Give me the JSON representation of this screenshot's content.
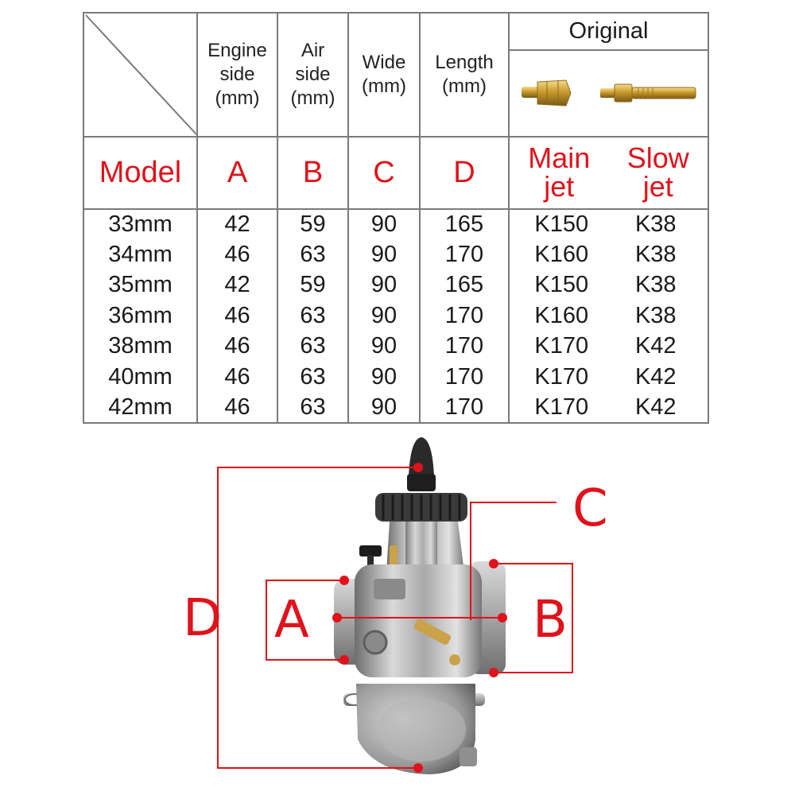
{
  "table": {
    "headers": {
      "engine_side": [
        "Engine",
        "side",
        "(mm)"
      ],
      "air_side": [
        "Air",
        "side",
        "(mm)"
      ],
      "wide": [
        "Wide",
        "(mm)"
      ],
      "length": [
        "Length",
        "(mm)"
      ],
      "original": "Original"
    },
    "codes": {
      "model": "Model",
      "a": "A",
      "b": "B",
      "c": "C",
      "d": "D",
      "main_jet": [
        "Main",
        "jet"
      ],
      "slow_jet": [
        "Slow",
        "jet"
      ]
    },
    "rows": [
      {
        "model": "33mm",
        "a": "42",
        "b": "59",
        "c": "90",
        "d": "165",
        "main": "K150",
        "slow": "K38"
      },
      {
        "model": "34mm",
        "a": "46",
        "b": "63",
        "c": "90",
        "d": "170",
        "main": "K160",
        "slow": "K38"
      },
      {
        "model": "35mm",
        "a": "42",
        "b": "59",
        "c": "90",
        "d": "165",
        "main": "K150",
        "slow": "K38"
      },
      {
        "model": "36mm",
        "a": "46",
        "b": "63",
        "c": "90",
        "d": "170",
        "main": "K160",
        "slow": "K38"
      },
      {
        "model": "38mm",
        "a": "46",
        "b": "63",
        "c": "90",
        "d": "170",
        "main": "K170",
        "slow": "K42"
      },
      {
        "model": "40mm",
        "a": "46",
        "b": "63",
        "c": "90",
        "d": "170",
        "main": "K170",
        "slow": "K42"
      },
      {
        "model": "42mm",
        "a": "46",
        "b": "63",
        "c": "90",
        "d": "170",
        "main": "K170",
        "slow": "K42"
      }
    ]
  },
  "diagram": {
    "labels": {
      "a": "A",
      "b": "B",
      "c": "C",
      "d": "D"
    },
    "line_color": "#e0121b",
    "icons": [
      "carburetor-image",
      "main-jet-image",
      "slow-jet-image"
    ]
  }
}
